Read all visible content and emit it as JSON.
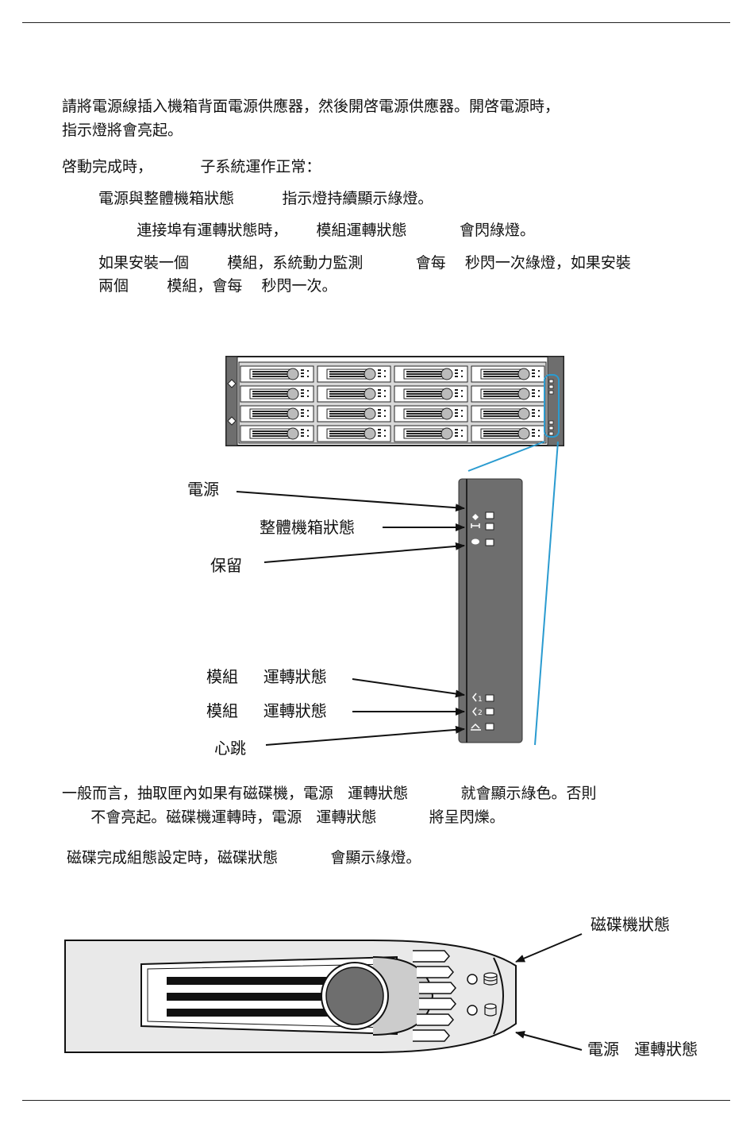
{
  "intro": {
    "line1": "請將電源線插入機箱背面電源供應器，然後開啓電源供應器。開啓電源時，",
    "line2": "指示燈將會亮起。"
  },
  "startup": {
    "heading": "啓動完成時，          子系統運作正常：",
    "item1": "電源與整體機箱狀態          指示燈持續顯示綠燈。",
    "item2": "        連接埠有運轉狀態時，      模組運轉狀態           會閃綠燈。",
    "item3a": "如果安裝一個        模組，系統動力監測           會每    秒閃一次綠燈，如果安裝",
    "item3b": "兩個        模組，會每    秒閃一次。"
  },
  "front_panel_labels": {
    "power": "電源",
    "chassis_status": "整體機箱狀態",
    "reserved": "保留",
    "module1_activity": "模組     運轉狀態",
    "module2_activity": "模組     運轉狀態",
    "heartbeat": "心跳"
  },
  "led_marks": {
    "m1": "1",
    "m2": "2"
  },
  "disk_info": {
    "line1": "一般而言，抽取匣內如果有磁碟機，電源   運轉狀態           就會顯示綠色。否則",
    "line2": "      不會亮起。磁碟機運轉時，電源   運轉狀態           將呈閃爍。",
    "line3": "磁碟完成組態設定時，磁碟狀態           會顯示綠燈。"
  },
  "drive_tray_labels": {
    "disk_status": "磁碟機狀態",
    "power_activity": "電源   運轉狀態"
  },
  "colors": {
    "callout_line": "#2a9bd0",
    "panel_fill": "#6e6e6e",
    "ink": "#111111"
  }
}
